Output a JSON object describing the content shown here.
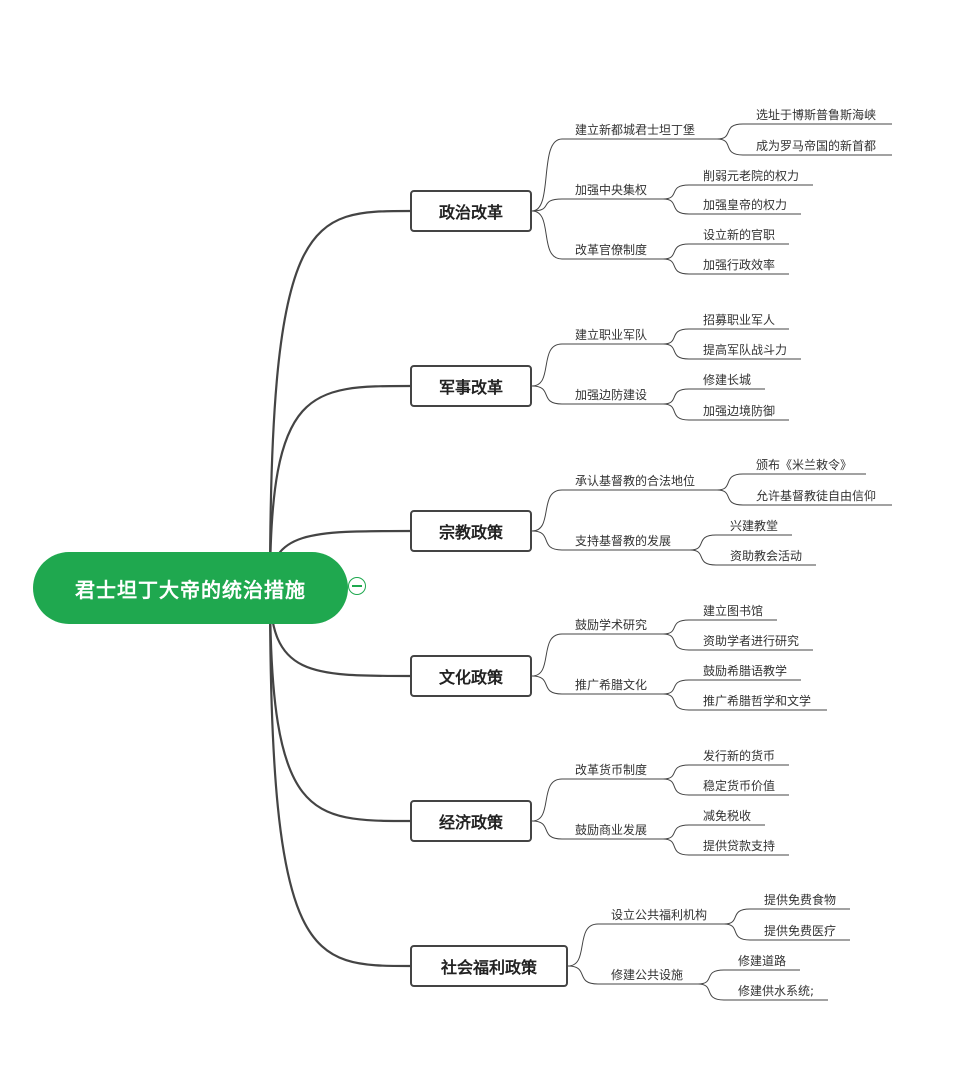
{
  "root": {
    "label": "君士坦丁大帝的统治措施"
  },
  "branches": [
    {
      "label": "政治改革",
      "subs": [
        {
          "label": "建立新都城君士坦丁堡",
          "leaves": [
            "选址于博斯普鲁斯海峡",
            "成为罗马帝国的新首都"
          ]
        },
        {
          "label": "加强中央集权",
          "leaves": [
            "削弱元老院的权力",
            "加强皇帝的权力"
          ]
        },
        {
          "label": "改革官僚制度",
          "leaves": [
            "设立新的官职",
            "加强行政效率"
          ]
        }
      ]
    },
    {
      "label": "军事改革",
      "subs": [
        {
          "label": "建立职业军队",
          "leaves": [
            "招募职业军人",
            "提高军队战斗力"
          ]
        },
        {
          "label": "加强边防建设",
          "leaves": [
            "修建长城",
            "加强边境防御"
          ]
        }
      ]
    },
    {
      "label": "宗教政策",
      "subs": [
        {
          "label": "承认基督教的合法地位",
          "leaves": [
            "颁布《米兰敕令》",
            "允许基督教徒自由信仰"
          ]
        },
        {
          "label": "支持基督教的发展",
          "leaves": [
            "兴建教堂",
            "资助教会活动"
          ]
        }
      ]
    },
    {
      "label": "文化政策",
      "subs": [
        {
          "label": "鼓励学术研究",
          "leaves": [
            "建立图书馆",
            "资助学者进行研究"
          ]
        },
        {
          "label": "推广希腊文化",
          "leaves": [
            "鼓励希腊语教学",
            "推广希腊哲学和文学"
          ]
        }
      ]
    },
    {
      "label": "经济政策",
      "subs": [
        {
          "label": "改革货币制度",
          "leaves": [
            "发行新的货币",
            "稳定货币价值"
          ]
        },
        {
          "label": "鼓励商业发展",
          "leaves": [
            "减免税收",
            "提供贷款支持"
          ]
        }
      ]
    },
    {
      "label": "社会福利政策",
      "subs": [
        {
          "label": "设立公共福利机构",
          "leaves": [
            "提供免费食物",
            "提供免费医疗"
          ]
        },
        {
          "label": "修建公共设施",
          "leaves": [
            "修建道路",
            "修建供水系统;"
          ]
        }
      ]
    }
  ]
}
